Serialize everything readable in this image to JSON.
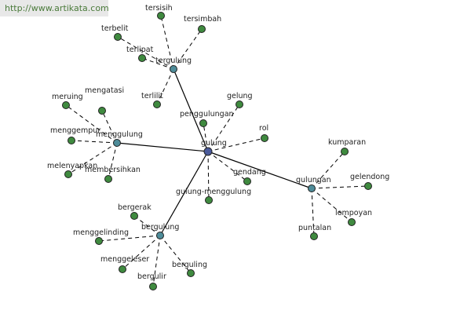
{
  "watermark": "http://www.artikata.com",
  "colors": {
    "root": "#4a5a9a",
    "hub": "#4e8c99",
    "leaf": "#3f8a3f",
    "stroke": "#222222"
  },
  "root": "gulung",
  "hubs": [
    "tergulung",
    "menggulung",
    "bergulung",
    "gulungan"
  ],
  "leaves": [
    "tersisih",
    "tersimbah",
    "terbelit",
    "terlipat",
    "terlilit",
    "meruing",
    "mengatasi",
    "menggempur",
    "melenyapkan",
    "membersihkan",
    "bergerak",
    "menggelinding",
    "menggeleser",
    "bergulir",
    "berguling",
    "kumparan",
    "gelendong",
    "lempoyan",
    "puntalan",
    "penggulungan",
    "gelung",
    "rol",
    "gendang",
    "gulung-menggulung"
  ]
}
